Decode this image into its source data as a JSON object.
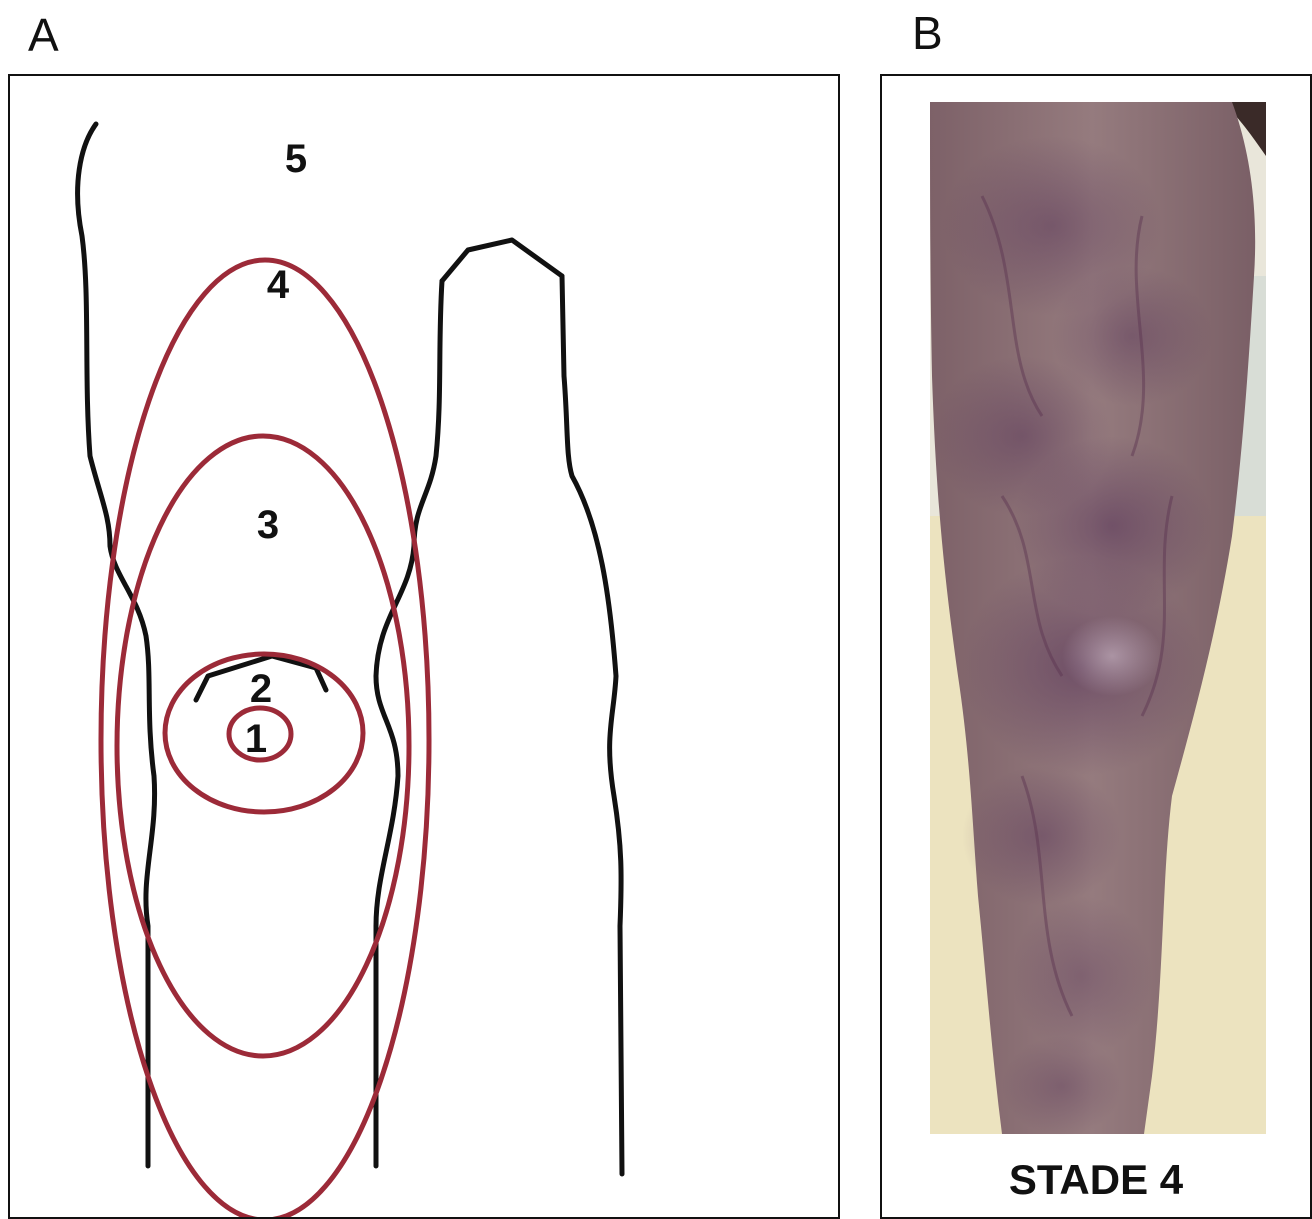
{
  "panels": {
    "a": {
      "letter": "A",
      "zones": [
        "1",
        "2",
        "3",
        "4",
        "5"
      ]
    },
    "b": {
      "letter": "B",
      "caption": "STADE 4"
    }
  },
  "colors": {
    "zone_outline": "#9c2a38",
    "leg_outline": "#111111",
    "skin_base": "#8a6f74",
    "bruise": "#5e3b5c"
  }
}
